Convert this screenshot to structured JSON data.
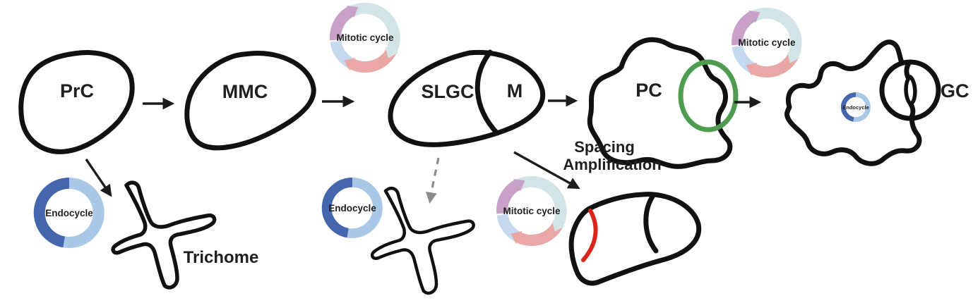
{
  "figure": {
    "stages": {
      "prc": "PrC",
      "mmc": "MMC",
      "slgc": "SLGC",
      "meristemoid": "M",
      "pc": "PC",
      "gc": "GC"
    },
    "annotations": {
      "trichome": "Trichome",
      "spacing": "Spacing",
      "amplification": "Amplification"
    },
    "cycles": {
      "mitotic": "Mitotic cycle",
      "endocycle": "Endocycle"
    },
    "colors": {
      "outline": "#111111",
      "arrow": "#1c1c1c",
      "dashed_arrow": "#8c8c8c",
      "green_ring": "#4d9c50",
      "red_division": "#d9251c",
      "endocycle_dark": "#4466ad",
      "endocycle_light": "#a9c7e6",
      "mitotic_teal": "#d3e4e7",
      "mitotic_pink": "#e9a8a6",
      "mitotic_blue": "#c5d9ee",
      "mitotic_mauve": "#c8a0c8"
    }
  }
}
